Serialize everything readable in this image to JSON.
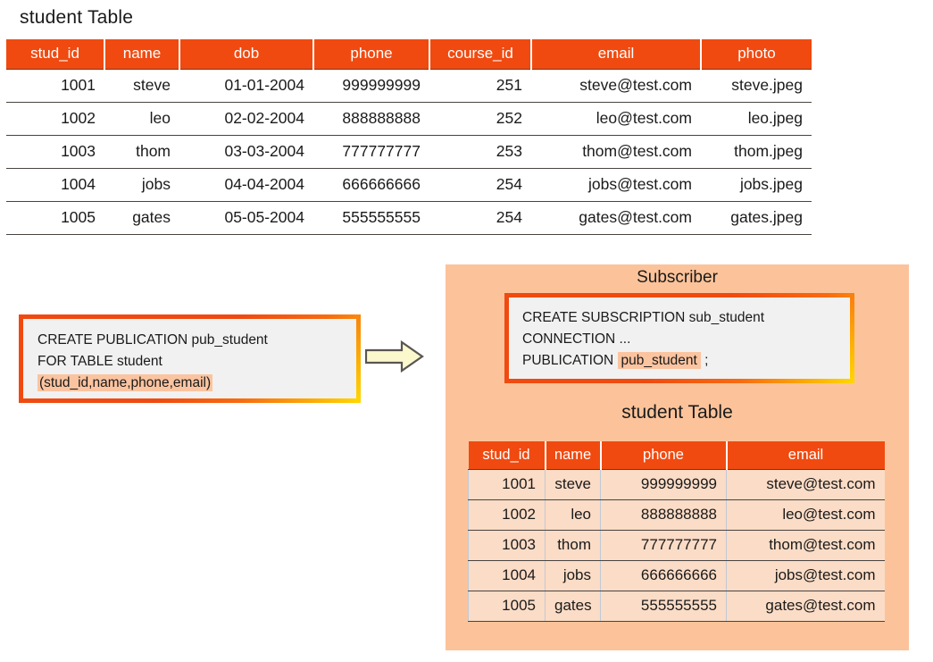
{
  "publisher": {
    "table_title": "student Table",
    "columns": [
      "stud_id",
      "name",
      "dob",
      "phone",
      "course_id",
      "email",
      "photo"
    ],
    "rows": [
      [
        "1001",
        "steve",
        "01-01-2004",
        "999999999",
        "251",
        "steve@test.com",
        "steve.jpeg"
      ],
      [
        "1002",
        "leo",
        "02-02-2004",
        "888888888",
        "252",
        "leo@test.com",
        "leo.jpeg"
      ],
      [
        "1003",
        "thom",
        "03-03-2004",
        "777777777",
        "253",
        "thom@test.com",
        "thom.jpeg"
      ],
      [
        "1004",
        "jobs",
        "04-04-2004",
        "666666666",
        "254",
        "jobs@test.com",
        "jobs.jpeg"
      ],
      [
        "1005",
        "gates",
        "05-05-2004",
        "555555555",
        "254",
        "gates@test.com",
        "gates.jpeg"
      ]
    ],
    "shaded_columns": [
      0,
      1,
      3,
      5
    ]
  },
  "publication_box": {
    "line1": "CREATE PUBLICATION pub_student",
    "line2": "FOR TABLE student",
    "line3_highlight": "(stud_id,name,phone,email)"
  },
  "arrow": {
    "icon": "right-block-arrow-icon",
    "fill": "#FBF8CE",
    "stroke": "#595550"
  },
  "subscriber": {
    "panel_title": "Subscriber",
    "panel_bg": "#FCC39A",
    "subscription_box": {
      "line1": "CREATE SUBSCRIPTION sub_student",
      "line2": "CONNECTION ...",
      "line3_prefix": "PUBLICATION",
      "line3_highlight": "pub_student",
      "line3_suffix": ";"
    },
    "table_title": "student Table",
    "columns": [
      "stud_id",
      "name",
      "phone",
      "email"
    ],
    "rows": [
      [
        "1001",
        "steve",
        "999999999",
        "steve@test.com"
      ],
      [
        "1002",
        "leo",
        "888888888",
        "leo@test.com"
      ],
      [
        "1003",
        "thom",
        "777777777",
        "thom@test.com"
      ],
      [
        "1004",
        "jobs",
        "666666666",
        "jobs@test.com"
      ],
      [
        "1005",
        "gates",
        "555555555",
        "gates@test.com"
      ]
    ]
  },
  "colors": {
    "header_orange": "#F04A10",
    "cell_peach": "#FBDCC6",
    "panel_peach": "#FCC39A",
    "highlight_peach": "#FBC4A0",
    "code_bg": "#F1F1F1",
    "gradient_end_yellow": "#FFD400"
  }
}
